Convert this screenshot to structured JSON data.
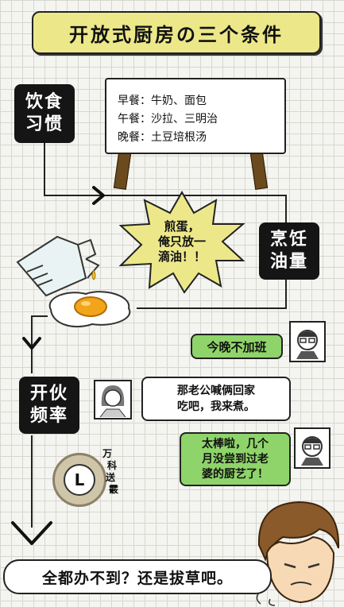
{
  "title": "开放式厨房の三个条件",
  "tags": {
    "habits": [
      "饮食",
      "习惯"
    ],
    "oil": [
      "烹饪",
      "油量"
    ],
    "frequency": [
      "开伙",
      "频率"
    ]
  },
  "menu": [
    {
      "meal": "早餐",
      "food": "牛奶、面包"
    },
    {
      "meal": "午餐",
      "food": "沙拉、三明治"
    },
    {
      "meal": "晚餐",
      "food": "土豆培根汤"
    }
  ],
  "menu_sep": "：",
  "burst_lines": [
    "煎蛋，",
    "俺只放一",
    "滴油！！"
  ],
  "bubbles": {
    "no_overtime": "今晚不加班",
    "wife_lines": [
      "那老公喊俩回家",
      "吃吧，我来煮。"
    ],
    "great_lines": [
      "太棒啦，几个",
      "月没尝到过老",
      "婆的厨艺了！"
    ]
  },
  "stamp": {
    "letter": "L",
    "chars": [
      "万",
      "科",
      "送",
      "霰"
    ]
  },
  "conclusion": "全都办不到？还是拔草吧。",
  "colors": {
    "banner": "#ece88a",
    "green": "#8fd46a",
    "yolk": "#f2a51a"
  }
}
